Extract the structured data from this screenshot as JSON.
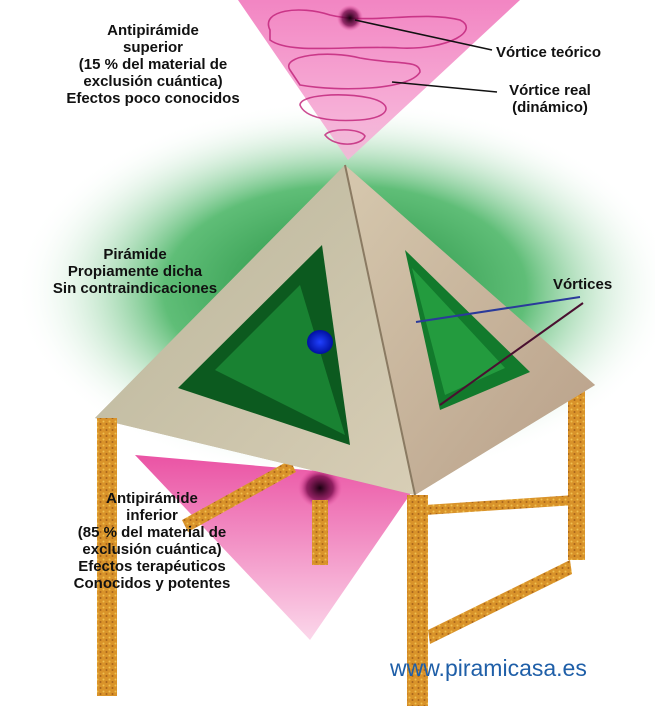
{
  "labels": {
    "upper_antipyramid": [
      "Antipirámide",
      "superior",
      "(15 % del material de",
      "exclusión cuántica)",
      "Efectos poco conocidos"
    ],
    "pyramid": [
      "Pirámide",
      "Propiamente dicha",
      "Sin contraindicaciones"
    ],
    "lower_antipyramid": [
      "Antipirámide",
      "inferior",
      "(85 % del material de",
      "exclusión cuántica)",
      "Efectos terapéuticos",
      "Conocidos y potentes"
    ],
    "vortex_theoretical": "Vórtice teórico",
    "vortex_real": [
      "Vórtice real",
      "(dinámico)"
    ],
    "vortices": "Vórtices"
  },
  "website": "www.piramicasa.es",
  "colors": {
    "pink": "#e8409a",
    "green": "#1f9a3a",
    "pyramid_face": "#c9bfa4",
    "leg": "#d9932a",
    "vortex_blue": "#1030d0",
    "url_blue": "#1f5fa8"
  }
}
